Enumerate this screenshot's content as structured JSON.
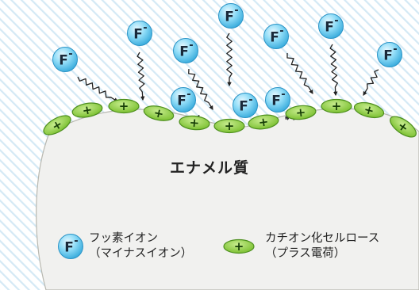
{
  "diagram": {
    "enamel_label": "エナメル質",
    "fluoride_symbol": "F",
    "fluoride_charge": "-",
    "cation_symbol": "+"
  },
  "legend": {
    "fluoride": {
      "line1": "フッ素イオン",
      "line2": "（マイナスイオン）"
    },
    "cation": {
      "line1": "カチオン化セルロース",
      "line2": "（プラス電荷）"
    }
  },
  "colors": {
    "fluoride_fill": "#5cc7ee",
    "fluoride_text": "#1a2a3a",
    "cation_fill": "#8ccf3c",
    "cation_outline": "#4d8f1e",
    "enamel_fill": "#f1f1ef",
    "enamel_outline": "#b8b8b0",
    "stripe_color": "#d4e9f5",
    "arrow_color": "#222222"
  }
}
